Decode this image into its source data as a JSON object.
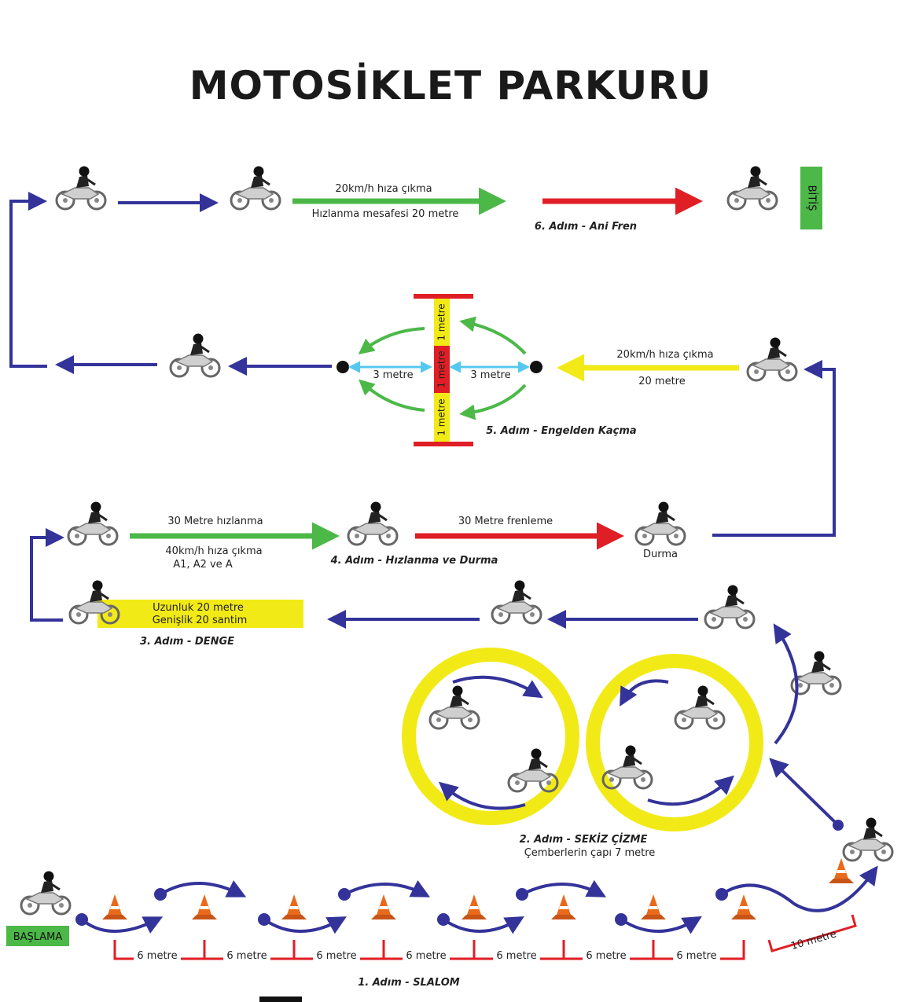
{
  "title": "MOTOSİKLET PARKURU",
  "colors": {
    "blue": "#33339a",
    "green": "#4cb848",
    "red": "#e01e25",
    "yellow": "#f2ea17",
    "cyan": "#55c8f0",
    "orange": "#e86a1a"
  },
  "finish_label": "BİTİŞ",
  "start_label": "BAŞLAMA",
  "step6": {
    "label": "6. Adım - Ani Fren",
    "speed": "20km/h hıza çıkma",
    "distance": "Hızlanma mesafesi 20 metre"
  },
  "step5": {
    "label": "5. Adım - Engelden Kaçma",
    "speed": "20km/h hıza çıkma",
    "distance": "20 metre",
    "left_gap": "3 metre",
    "right_gap": "3 metre",
    "bar_top": "1 metre",
    "bar_mid": "1 metre",
    "bar_bottom": "1 metre"
  },
  "step4": {
    "label": "4. Adım - Hızlanma ve Durma",
    "accel": "30 Metre hızlanma",
    "speed": "40km/h hıza çıkma",
    "classes": "A1, A2 ve A",
    "brake": "30 Metre frenleme",
    "stop": "Durma"
  },
  "step3": {
    "label": "3. Adım - DENGE",
    "length": "Uzunluk 20 metre",
    "width": "Genişlik 20 santim"
  },
  "step2": {
    "label": "2. Adım - SEKİZ ÇİZME",
    "diameter": "Çemberlerin çapı 7 metre"
  },
  "step1": {
    "label": "1. Adım - SLALOM",
    "spacing": [
      "6 metre",
      "6 metre",
      "6 metre",
      "6 metre",
      "6 metre",
      "6 metre",
      "6 metre"
    ],
    "end_distance": "10 metre"
  },
  "icons": [
    "motorcycle-rider-icon",
    "traffic-cone-icon",
    "arrow-icon"
  ]
}
